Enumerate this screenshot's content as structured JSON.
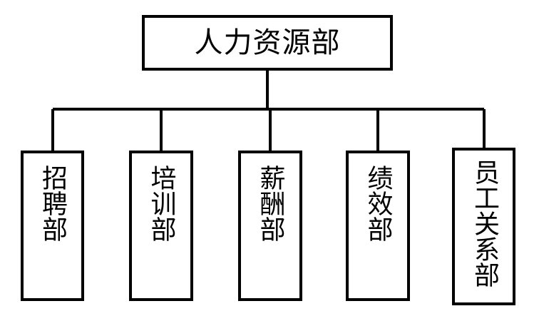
{
  "diagram": {
    "type": "organization-chart",
    "orientation": "top-down",
    "title_text": "人力资源部",
    "background_color": "#ffffff",
    "line_color": "#000000",
    "box_border_color": "#000000",
    "box_fill_color": "#ffffff",
    "text_color": "#000000",
    "root": {
      "label": "人力资源部",
      "text_direction": "horizontal"
    },
    "children": [
      {
        "label": "招聘部",
        "text_direction": "vertical"
      },
      {
        "label": "培训部",
        "text_direction": "vertical"
      },
      {
        "label": "薪酬部",
        "text_direction": "vertical"
      },
      {
        "label": "绩效部",
        "text_direction": "vertical"
      },
      {
        "label": "员工关系部",
        "text_direction": "vertical"
      }
    ]
  }
}
